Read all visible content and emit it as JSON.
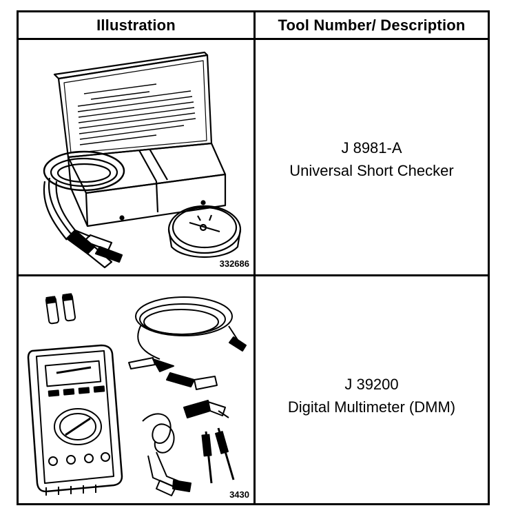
{
  "table": {
    "header_illustration": "Illustration",
    "header_description": "Tool Number/ Description"
  },
  "rows": [
    {
      "figure_number": "332686",
      "tool_number": "J 8981-A",
      "description": "Universal Short Checker",
      "illustration_icon": "short-checker-kit-illustration"
    },
    {
      "figure_number": "3430",
      "tool_number": "J 39200",
      "description": "Digital Multimeter (DMM)",
      "illustration_icon": "digital-multimeter-kit-illustration"
    }
  ]
}
